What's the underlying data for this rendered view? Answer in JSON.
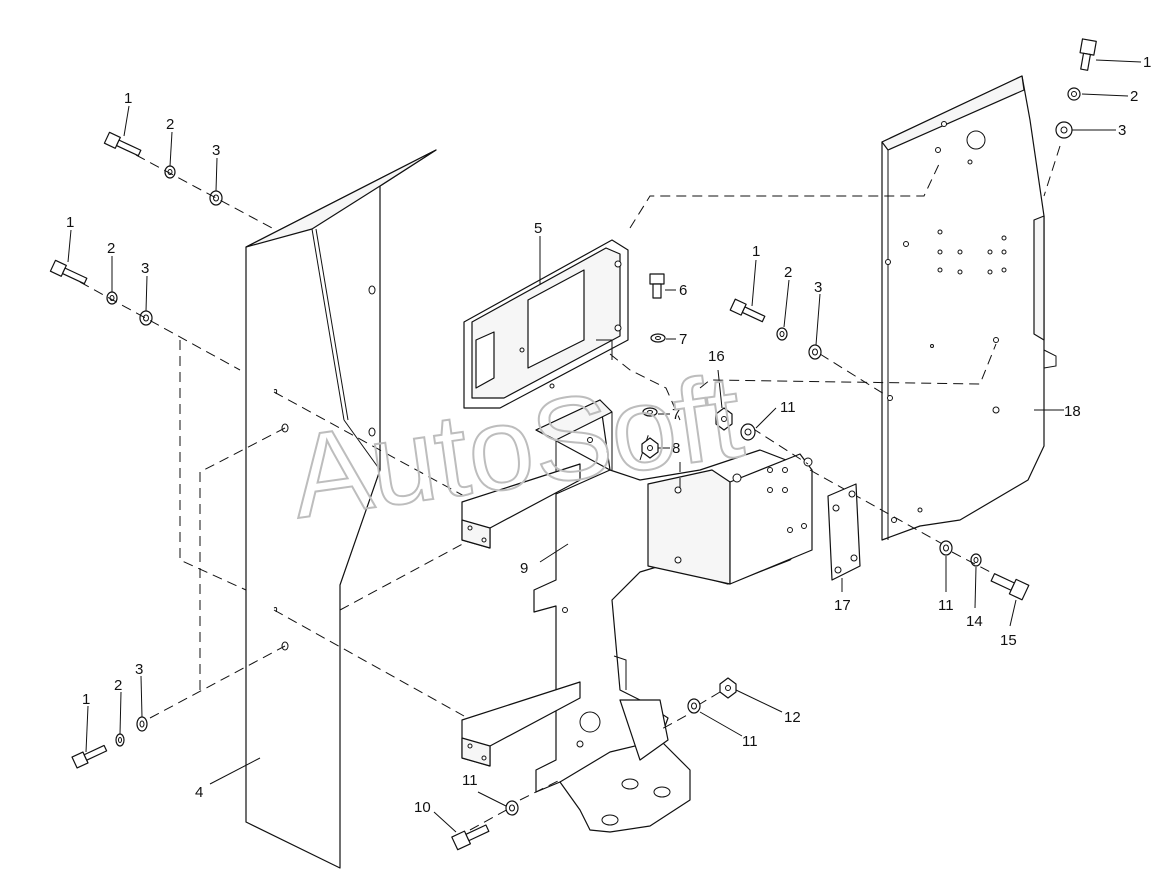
{
  "watermark": "AutoSoft",
  "callouts": [
    {
      "id": "c1a",
      "text": "1"
    },
    {
      "id": "c2a",
      "text": "2"
    },
    {
      "id": "c3a",
      "text": "3"
    },
    {
      "id": "c1b",
      "text": "1"
    },
    {
      "id": "c2b",
      "text": "2"
    },
    {
      "id": "c3b",
      "text": "3"
    },
    {
      "id": "c1c",
      "text": "1"
    },
    {
      "id": "c2c",
      "text": "2"
    },
    {
      "id": "c3c",
      "text": "3"
    },
    {
      "id": "c1d",
      "text": "1"
    },
    {
      "id": "c2d",
      "text": "2"
    },
    {
      "id": "c3d",
      "text": "3"
    },
    {
      "id": "c1e",
      "text": "1"
    },
    {
      "id": "c2e",
      "text": "2"
    },
    {
      "id": "c3e",
      "text": "3"
    },
    {
      "id": "c4",
      "text": "4"
    },
    {
      "id": "c5",
      "text": "5"
    },
    {
      "id": "c6",
      "text": "6"
    },
    {
      "id": "c7a",
      "text": "7"
    },
    {
      "id": "c7b",
      "text": "7"
    },
    {
      "id": "c8",
      "text": "8"
    },
    {
      "id": "c9",
      "text": "9"
    },
    {
      "id": "c10",
      "text": "10"
    },
    {
      "id": "c11a",
      "text": "11"
    },
    {
      "id": "c11b",
      "text": "11"
    },
    {
      "id": "c11c",
      "text": "11"
    },
    {
      "id": "c11d",
      "text": "11"
    },
    {
      "id": "c12",
      "text": "12"
    },
    {
      "id": "c14",
      "text": "14"
    },
    {
      "id": "c15",
      "text": "15"
    },
    {
      "id": "c16",
      "text": "16"
    },
    {
      "id": "c17",
      "text": "17"
    },
    {
      "id": "c18",
      "text": "18"
    }
  ]
}
